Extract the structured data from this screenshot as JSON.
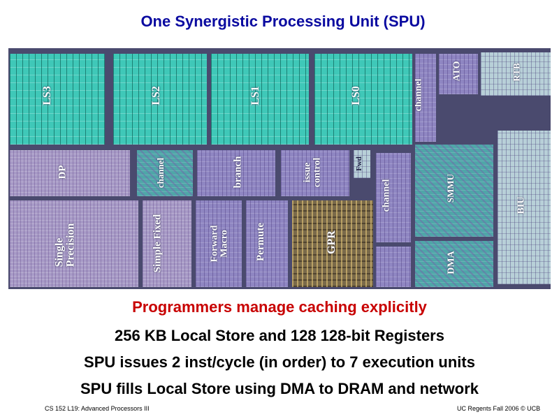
{
  "slide": {
    "title": "One Synergistic Processing Unit (SPU)",
    "die_labels": {
      "ls3": "LS3",
      "ls2": "LS2",
      "ls1": "LS1",
      "ls0": "LS0",
      "channel_top": "channel",
      "atq": "ATO",
      "rtb": "RTB",
      "dp": "DP",
      "channel_left": "channel",
      "branch": "branch",
      "issue_control": "issue\ncontrol",
      "fwd": "Fwd",
      "channel_mid": "channel",
      "smmu": "SMMU",
      "biu": "BIU",
      "single_precision": "Single\nPrecision",
      "simple_fixed": "Simple Fixed",
      "forward_macro": "Forward\nMacro",
      "permute": "Permute",
      "gpr": "GPR",
      "dma": "DMA"
    },
    "bullets": [
      "Programmers manage caching explicitly",
      "256 KB Local Store and 128 128-bit Registers",
      "SPU issues 2 inst/cycle (in order) to 7 execution units",
      "SPU fills Local Store using DMA to DRAM and network"
    ],
    "footer": {
      "left": "CS 152 L19: Advanced Processors III",
      "right": "UC Regents Fall 2006 © UCB"
    }
  }
}
